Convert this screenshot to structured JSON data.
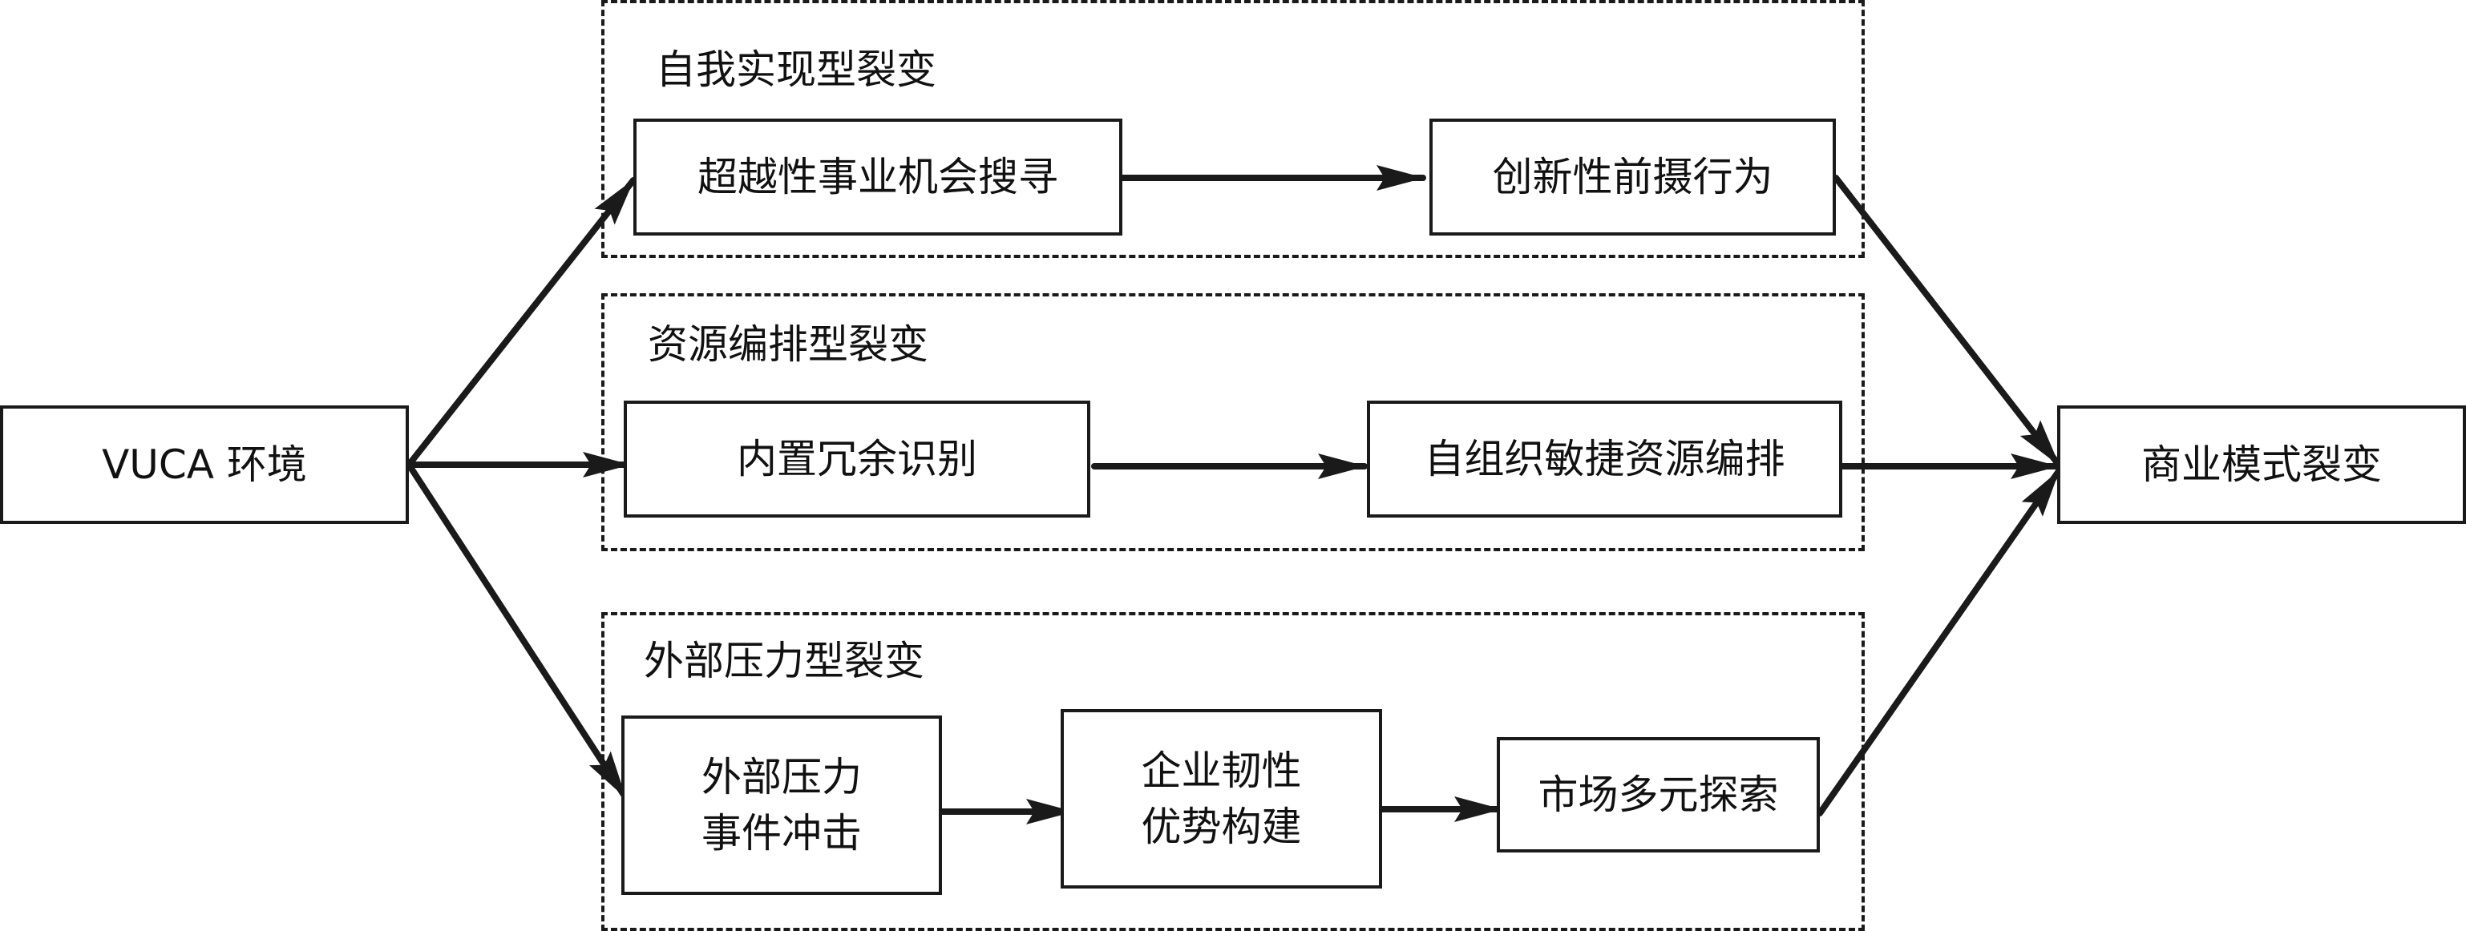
{
  "source": {
    "label": "VUCA 环境"
  },
  "target": {
    "label": "商业模式裂变"
  },
  "groups": [
    {
      "title": "自我实现型裂变",
      "steps": [
        "超越性事业机会搜寻",
        "创新性前摄行为"
      ]
    },
    {
      "title": "资源编排型裂变",
      "steps": [
        "内置冗余识别",
        "自组织敏捷资源编排"
      ]
    },
    {
      "title": "外部压力型裂变",
      "steps": [
        {
          "line1": "外部压力",
          "line2": "事件冲击"
        },
        {
          "line1": "企业韧性",
          "line2": "优势构建"
        },
        "市场多元探索"
      ]
    }
  ],
  "colors": {
    "line": "#1a1a1a",
    "text": "#111111",
    "background": "#ffffff"
  }
}
